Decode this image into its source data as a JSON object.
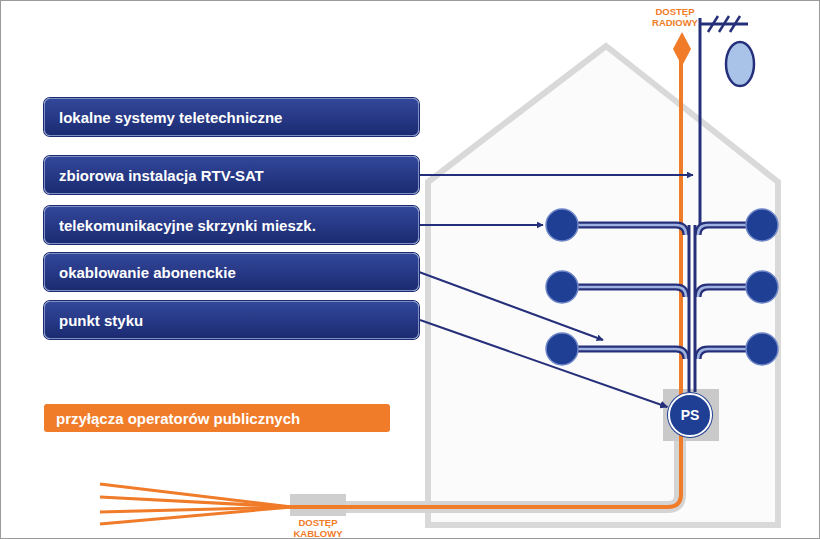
{
  "diagram": {
    "nodes": [
      {
        "text": [
          "lokalne systemy teletechniczne"
        ]
      },
      {
        "text": [
          "zbiorowa instalacja RTV-SAT"
        ]
      },
      {
        "text": [
          "telekomunikacyjne skrzynki mieszk."
        ]
      },
      {
        "text": [
          "okablowanie abonenckie"
        ]
      },
      {
        "text": [
          "punkt styku"
        ]
      },
      {
        "text": [
          "przyłącza operatorów publicznych"
        ]
      },
      {
        "text": [
          "PS"
        ]
      }
    ],
    "edges": [
      {
        "from": 4,
        "to": 6,
        "arrow": "to"
      }
    ],
    "labels": [
      "DOSTĘP RADIOWY",
      "DOSTĘP KABLOWY"
    ]
  }
}
